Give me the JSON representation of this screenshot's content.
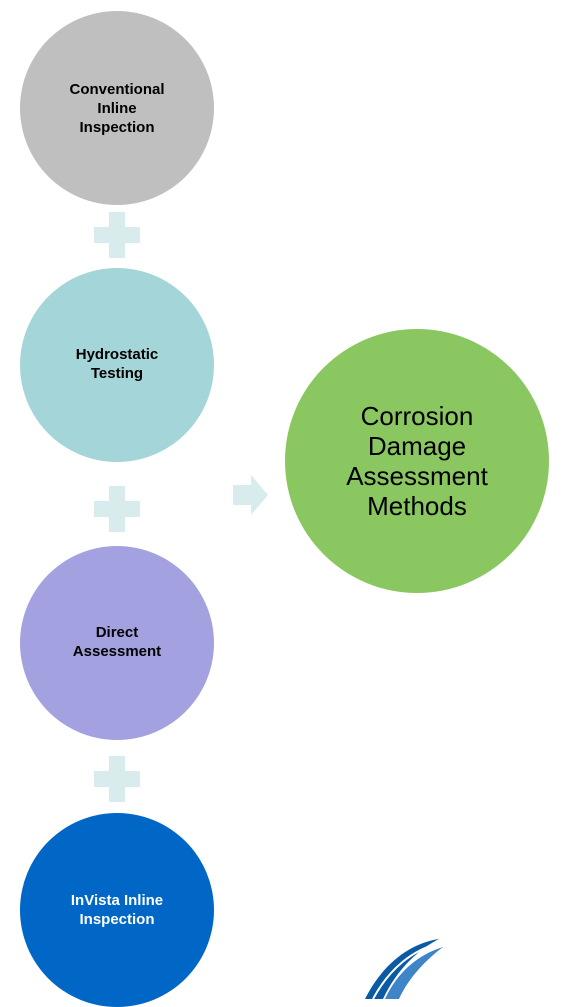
{
  "methods": [
    {
      "label": "Conventional\nInline\nInspection",
      "color": "#bfbfbf"
    },
    {
      "label": "Hydrostatic\nTesting",
      "color": "#a4d5d8"
    },
    {
      "label": "Direct\nAssessment",
      "color": "#a3a1df"
    },
    {
      "label": "InVista Inline\nInspection",
      "color": "#0067c6"
    }
  ],
  "result": {
    "label": "Corrosion\nDamage\nAssessment\nMethods",
    "color": "#8ac760"
  },
  "connector_color": "#d8eced",
  "icons": {
    "plus": "plus-icon",
    "arrow": "right-arrow-icon",
    "logo": "swoosh-logo"
  }
}
